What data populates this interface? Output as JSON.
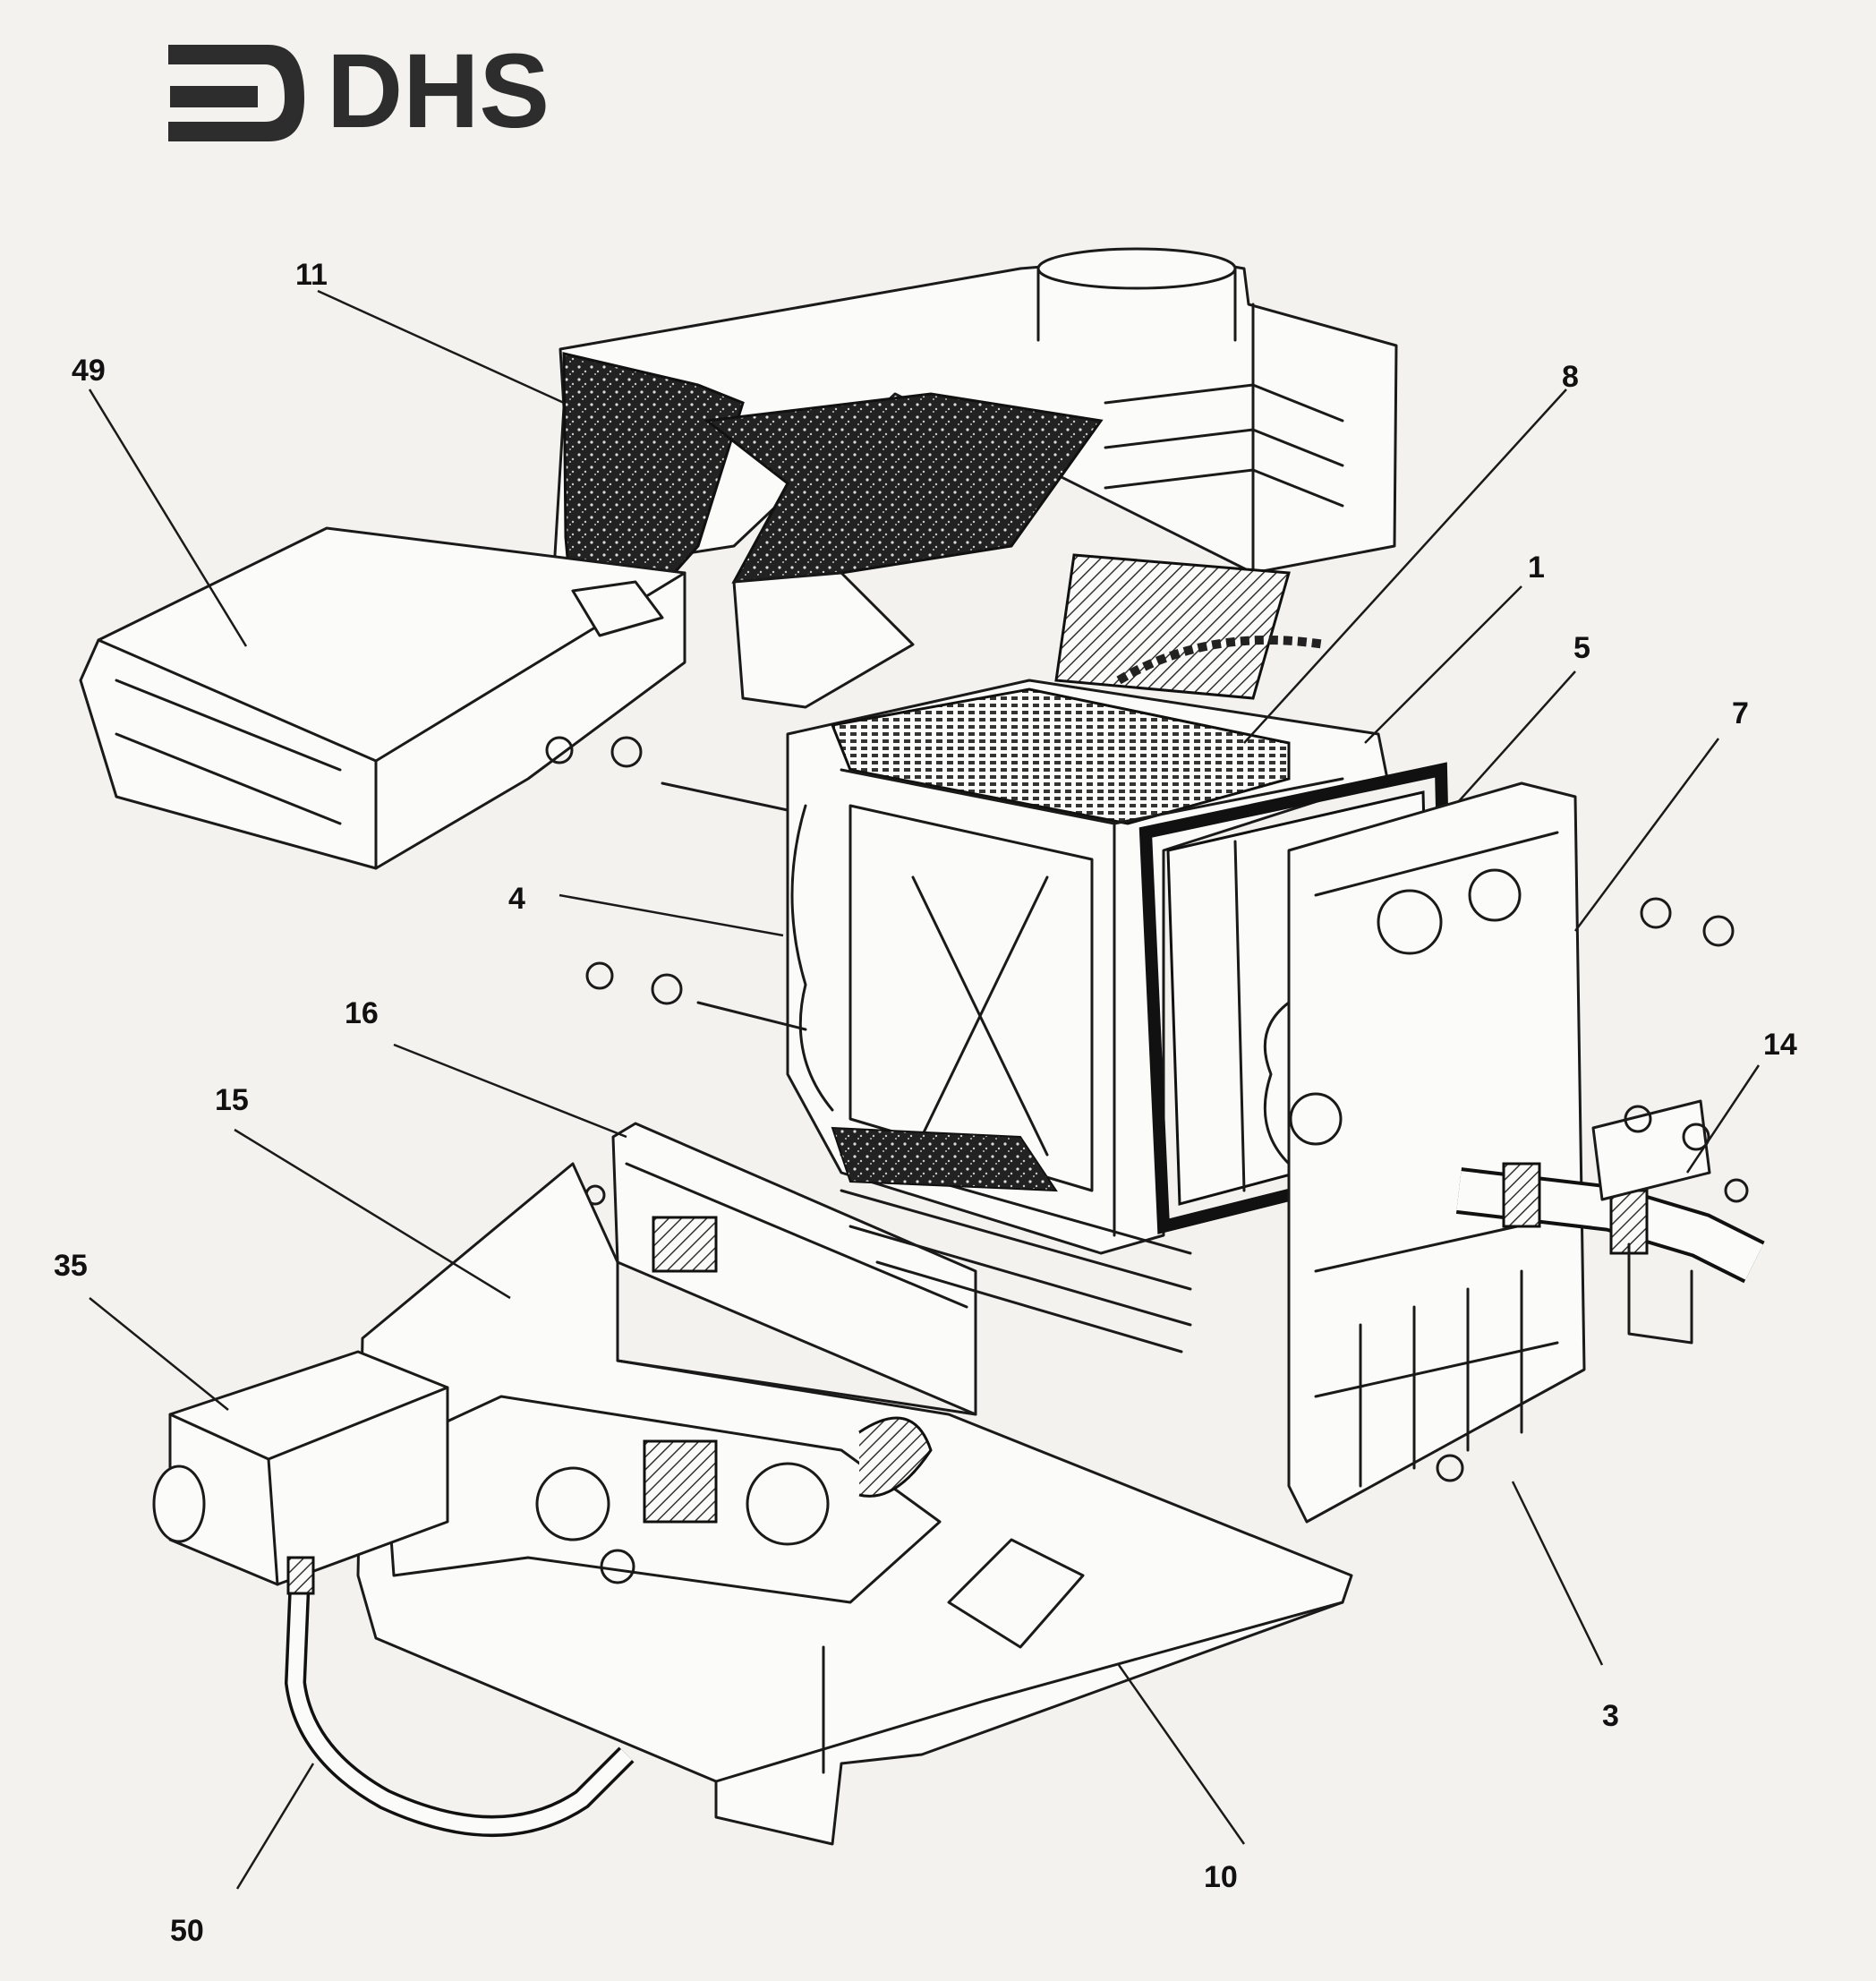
{
  "logo": {
    "text": "DHS"
  },
  "callouts": [
    {
      "id": "c11",
      "label": "11"
    },
    {
      "id": "c49",
      "label": "49"
    },
    {
      "id": "c8",
      "label": "8"
    },
    {
      "id": "c1",
      "label": "1"
    },
    {
      "id": "c5",
      "label": "5"
    },
    {
      "id": "c7",
      "label": "7"
    },
    {
      "id": "c4",
      "label": "4"
    },
    {
      "id": "c16",
      "label": "16"
    },
    {
      "id": "c15",
      "label": "15"
    },
    {
      "id": "c14",
      "label": "14"
    },
    {
      "id": "c35",
      "label": "35"
    },
    {
      "id": "c3",
      "label": "3"
    },
    {
      "id": "c10",
      "label": "10"
    },
    {
      "id": "c50",
      "label": "50"
    }
  ]
}
